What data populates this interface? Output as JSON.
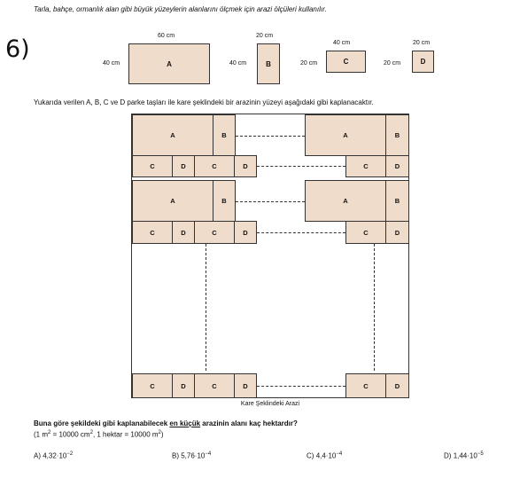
{
  "intro": "Tarla, bahçe, ormanlık alan gibi büyük yüzeylerin alanlarını ölçmek için arazi ölçüleri kullanılır.",
  "question_number": "6)",
  "tiles": {
    "A": {
      "label": "A",
      "width_label": "60 cm",
      "height_label": "40 cm"
    },
    "B": {
      "label": "B",
      "width_label": "20 cm",
      "height_label": "40 cm"
    },
    "C": {
      "label": "C",
      "width_label": "40 cm",
      "height_label": "20 cm"
    },
    "D": {
      "label": "D",
      "width_label": "20 cm",
      "height_label": "20 cm"
    }
  },
  "description": "Yukarıda verilen A, B, C ve D parke taşları ile kare şeklindeki bir arazinin yüzeyi aşağıdaki gibi kaplanacaktır.",
  "diagram": {
    "caption": "Kare Şeklindeki Arazi",
    "row_ab": [
      "A",
      "B"
    ],
    "row_cd": [
      "C",
      "D",
      "C",
      "D"
    ],
    "row_cd_right": [
      "C",
      "D"
    ]
  },
  "question": {
    "prefix": "Buna göre şekildeki gibi kaplanabilecek ",
    "emphasis": "en küçük",
    "suffix": " arazinin alanı kaç hektardır?",
    "units_a": "(1 m",
    "units_b": " = 10000 cm",
    "units_c": ", 1 hektar = 10000 m",
    "units_d": ")",
    "sup": "2"
  },
  "options": [
    {
      "letter": "A)",
      "base": "4,32·10",
      "exp": "−2"
    },
    {
      "letter": "B)",
      "base": "5,76·10",
      "exp": "−4"
    },
    {
      "letter": "C)",
      "base": "4,4·10",
      "exp": "−4"
    },
    {
      "letter": "D)",
      "base": "1,44·10",
      "exp": "−5"
    }
  ]
}
